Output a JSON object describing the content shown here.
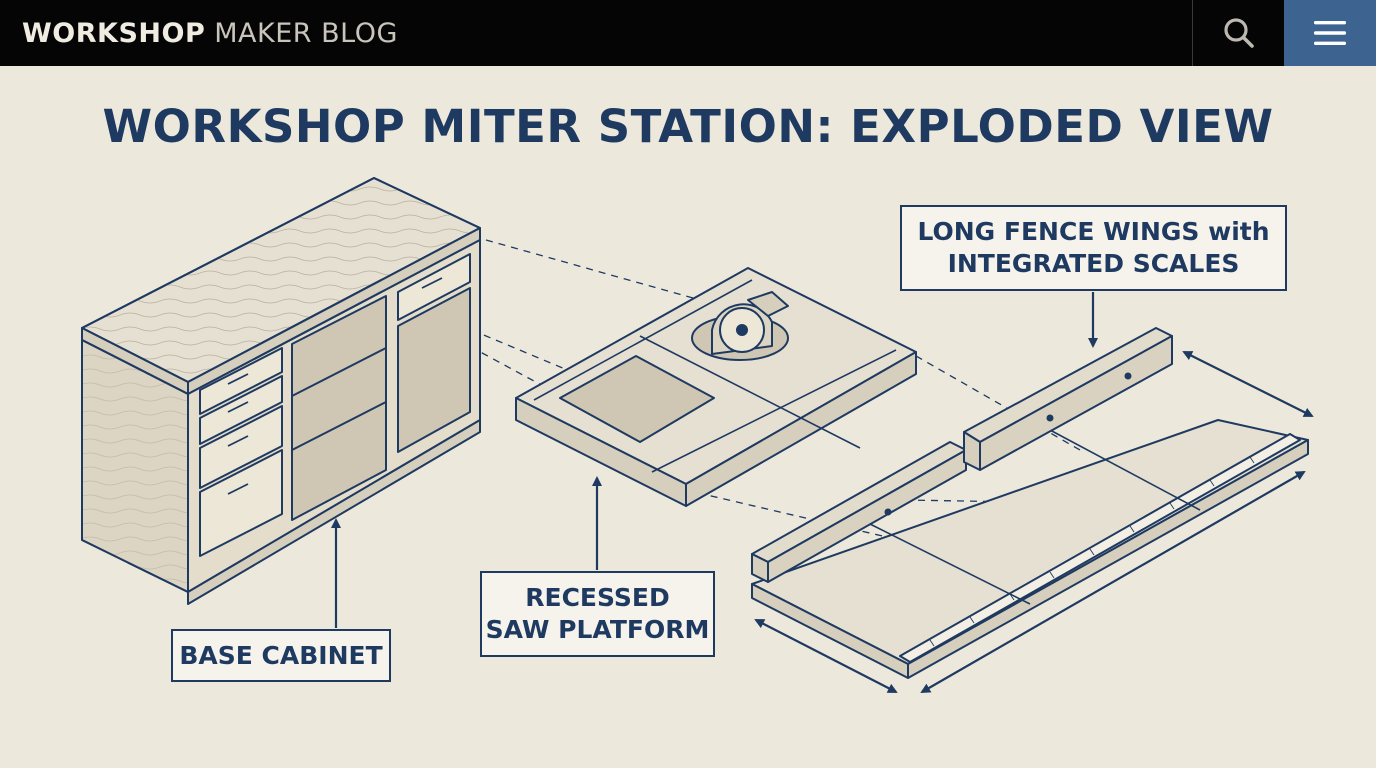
{
  "header": {
    "brand_strong": "WORKSHOP",
    "brand_light": "MAKER BLOG",
    "search_icon": "search-icon",
    "menu_icon": "hamburger-menu-icon"
  },
  "page": {
    "title": "WORKSHOP MITER STATION: EXPLODED VIEW"
  },
  "diagram": {
    "labels": {
      "base_cabinet": "BASE CABINET",
      "saw_platform_line1": "RECESSED",
      "saw_platform_line2": "SAW PLATFORM",
      "fence_line1": "LONG FENCE WINGS with",
      "fence_line2": "INTEGRATED SCALES"
    },
    "colors": {
      "ink": "#1f3a61",
      "paper": "#ede8dc",
      "wood": "#e2dccd",
      "accent": "#3d6390"
    }
  }
}
